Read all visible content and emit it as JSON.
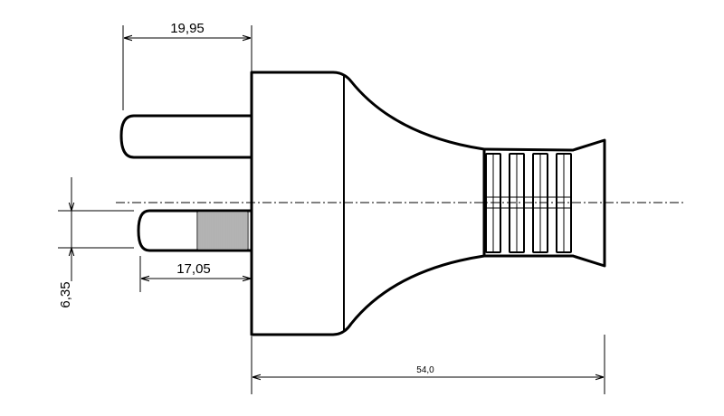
{
  "drawing": {
    "dimensions": {
      "pin_length_top": "19,95",
      "pin_length_bottom": "17,05",
      "pin_diameter": "6,35",
      "overall_length": "54,0"
    }
  }
}
